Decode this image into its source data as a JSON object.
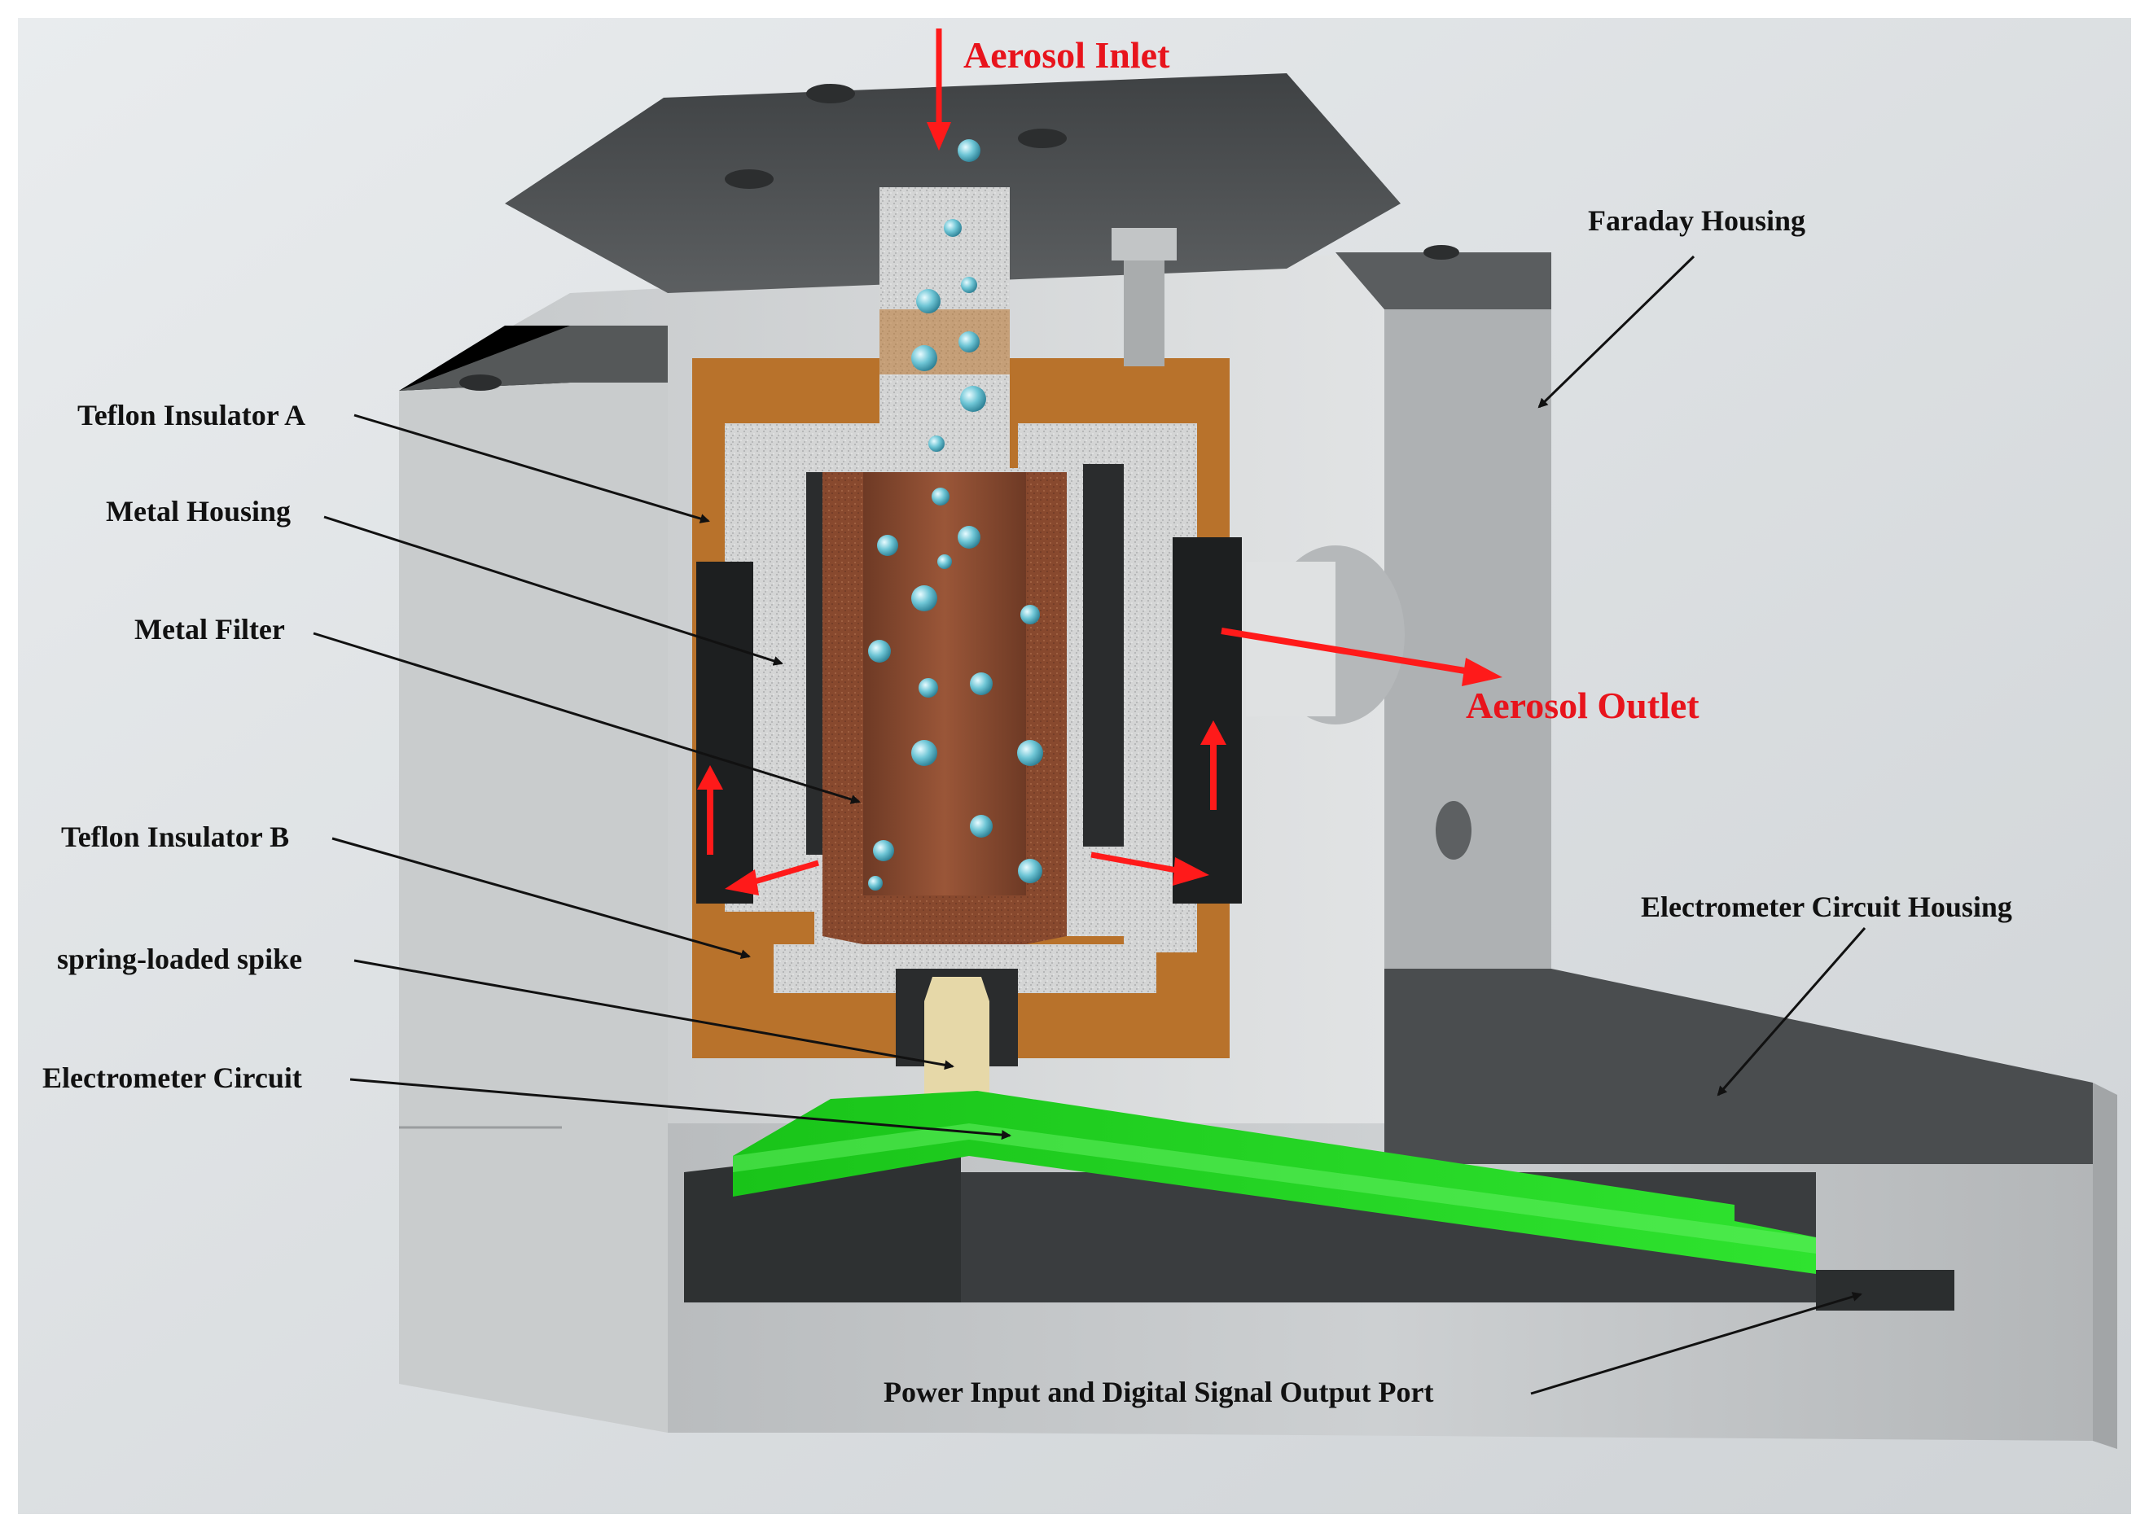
{
  "colors": {
    "flow_arrow": "#ff1a1a",
    "flow_label": "#e8141c",
    "leader_line": "#111111",
    "housing_metal": "#c7cacc",
    "housing_top": "#4e5153",
    "teflon": "#b8722b",
    "metal_filter": "#8a4a30",
    "circuit_board": "#26d626",
    "spike": "#e6d8a8"
  },
  "flow": {
    "inlet_label": "Aerosol Inlet",
    "outlet_label": "Aerosol Outlet"
  },
  "labels": {
    "faraday_housing": "Faraday Housing",
    "teflon_a": "Teflon Insulator A",
    "metal_housing": "Metal Housing",
    "metal_filter": "Metal Filter",
    "teflon_b": "Teflon Insulator B",
    "spike": "spring-loaded spike",
    "electrometer_circuit": "Electrometer Circuit",
    "electrometer_housing": "Electrometer Circuit Housing",
    "power_port": "Power Input and Digital Signal Output Port"
  }
}
